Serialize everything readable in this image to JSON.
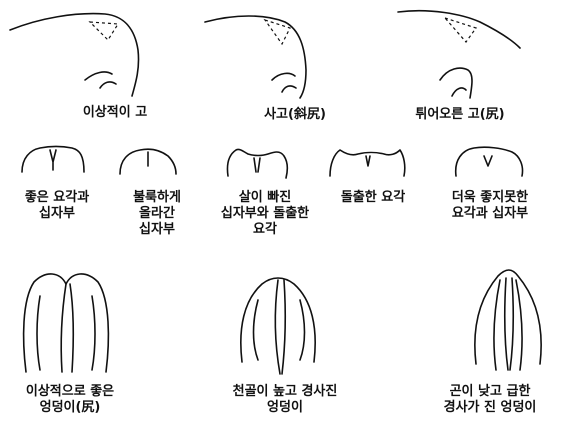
{
  "row1": [
    {
      "label": "이상적이 고"
    },
    {
      "label": "사고(斜尻)"
    },
    {
      "label": "튀어오른 고(尻)"
    }
  ],
  "row2": [
    {
      "label": "좋은 요각과\n십자부"
    },
    {
      "label": "불룩하게\n올라간\n십자부"
    },
    {
      "label": "살이 빠진\n십자부와 돌출한\n요각"
    },
    {
      "label": "돌출한 요각"
    },
    {
      "label": "더욱 좋지못한\n요각과 십자부"
    }
  ],
  "row3": [
    {
      "label": "이상적으로 좋은\n엉덩이(尻)"
    },
    {
      "label": "천골이 높고 경사진\n엉덩이"
    },
    {
      "label": "곤이 낮고 급한\n경사가 진 엉덩이"
    }
  ]
}
